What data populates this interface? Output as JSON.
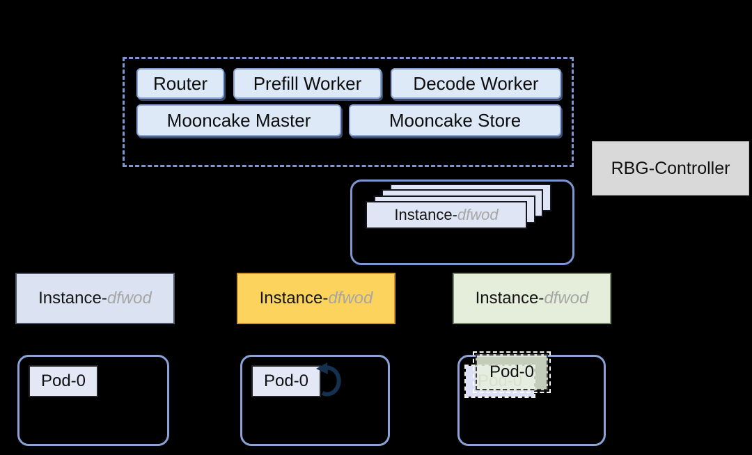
{
  "component_group": {
    "row1": [
      {
        "label": "Router"
      },
      {
        "label": "Prefill Worker"
      },
      {
        "label": "Decode Worker"
      }
    ],
    "row2": [
      {
        "label": "Mooncake Master"
      },
      {
        "label": "Mooncake Store"
      }
    ]
  },
  "controller": {
    "label": "RBG-Controller",
    "bg_color": "#d9d9d9"
  },
  "instance_stack": {
    "name_prefix": "Instance-",
    "name_id": "dfwod",
    "card_count": 4
  },
  "instances": [
    {
      "name_prefix": "Instance-",
      "name_id": "dfwod",
      "fill_color": "#dbe2f2"
    },
    {
      "name_prefix": "Instance-",
      "name_id": "dfwod",
      "fill_color": "#fcd35c"
    },
    {
      "name_prefix": "Instance-",
      "name_id": "dfwod",
      "fill_color": "#e4eeda"
    }
  ],
  "pods": {
    "normal": {
      "label": "Pod-0"
    },
    "restarting": {
      "label": "Pod-0",
      "icon": "restart-arrow-icon"
    },
    "recreating": {
      "front_label": "Pod-0",
      "ghost_label": "Pod-0"
    }
  },
  "colors": {
    "background": "#000000",
    "dashed_group_border": "#7e97d0",
    "pod_container_border": "#8ba3d9",
    "component_chip_fill": "#dee9f8",
    "component_chip_border": "#8aa7da",
    "stack_card_fill": "#dfe5f4",
    "instance_id_text": "#a6a6a6",
    "restart_icon": "#16304f",
    "new_pod_fill": "#e5efdb",
    "ghost_pod_fill": "#dce1f6"
  }
}
